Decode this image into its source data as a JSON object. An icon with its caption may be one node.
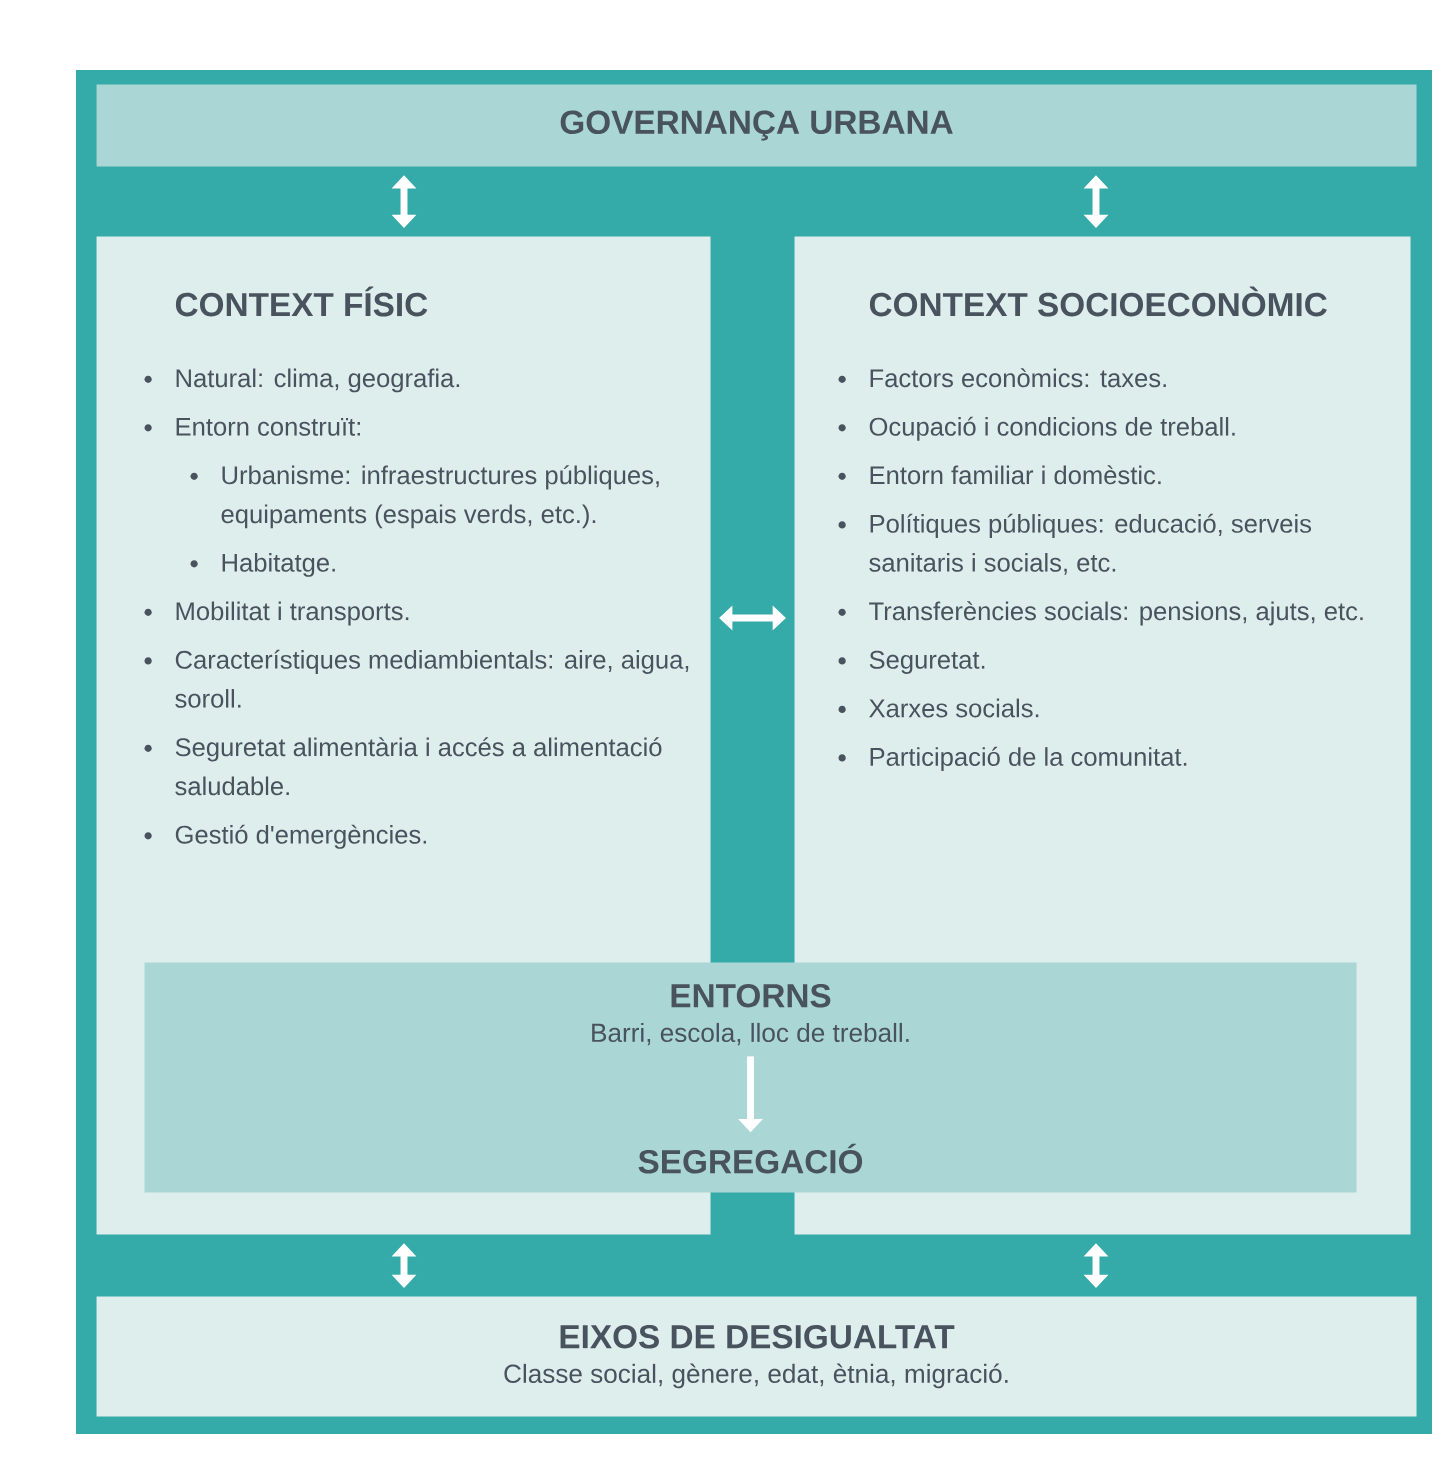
{
  "diagram": {
    "nodes": [
      {
        "text": [
          "GOVERNANÇA URBANA"
        ]
      },
      {
        "text": [
          "CONTEXT FÍSIC",
          "Natural: clima, geografia.",
          "Entorn construït:",
          "Urbanisme: infraestructures públiques, equipaments (espais verds, etc.).",
          "Habitatge.",
          "Mobilitat i transports.",
          "Característiques mediambientals: aire, aigua, soroll.",
          "Seguretat alimentària i accés a alimentació saludable.",
          "Gestió d'emergències."
        ]
      },
      {
        "text": [
          "CONTEXT SOCIOECONÒMIC",
          "Factors econòmics: taxes.",
          "Ocupació i condicions de treball.",
          "Entorn familiar i domèstic.",
          "Polítiques públiques: educació, serveis sanitaris i socials, etc.",
          "Transferències socials: pensions, ajuts, etc.",
          "Seguretat.",
          "Xarxes socials.",
          "Participació de la comunitat."
        ]
      },
      {
        "text": [],
        "shape": "box"
      },
      {
        "text": [
          "ENTORNS",
          "Barri, escola, lloc de treball."
        ],
        "in": 3
      },
      {
        "text": [
          "SEGREGACIÓ"
        ],
        "in": 3
      },
      {
        "text": [
          "EIXOS DE DESIGUALTAT",
          "Classe social, gènere, edat, ètnia, migració."
        ]
      }
    ],
    "edges": [
      {
        "from": 0,
        "to": 1,
        "arrow": "both"
      },
      {
        "from": 0,
        "to": 2,
        "arrow": "both"
      },
      {
        "from": 1,
        "to": 2,
        "arrow": "both"
      },
      {
        "from": 4,
        "to": 5,
        "arrow": "to"
      },
      {
        "from": 1,
        "to": 6,
        "arrow": "both"
      },
      {
        "from": 2,
        "to": 6,
        "arrow": "both"
      }
    ]
  }
}
